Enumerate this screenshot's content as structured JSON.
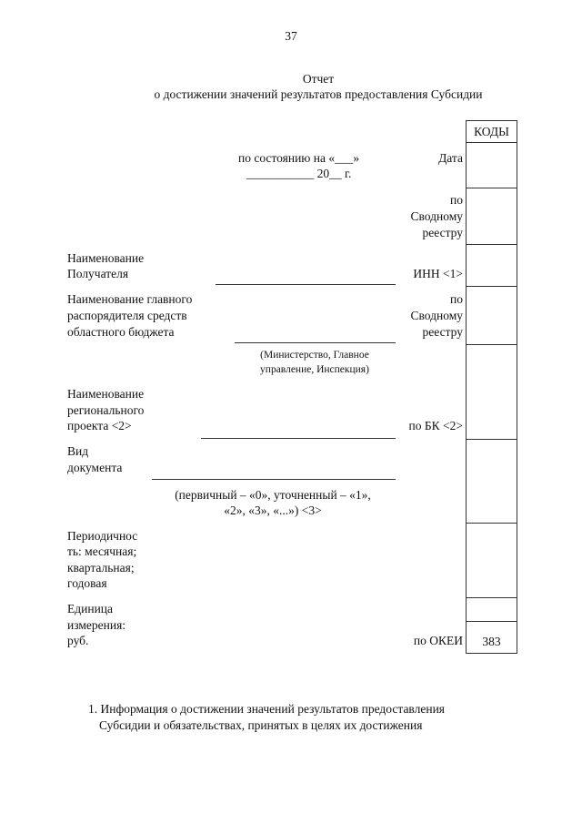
{
  "page_number": "37",
  "title": {
    "line1": "Отчет",
    "line2": "о достижении значений результатов предоставления Субсидии"
  },
  "codes_header": "КОДЫ",
  "date_block": {
    "line1": "по состоянию на «___»",
    "line2": "___________ 20__ г."
  },
  "labels": {
    "date": "Дата",
    "svodny1": [
      "по",
      "Сводному",
      "реестру"
    ],
    "inn": "ИНН <1>",
    "svodny2": [
      "по",
      "Сводному",
      "реестру"
    ],
    "bk": "по БК <2>",
    "okei": "по ОКЕИ"
  },
  "rows": {
    "recipient": [
      "Наименование",
      "Получателя"
    ],
    "gr_manager": [
      "Наименование главного",
      "распорядителя средств",
      "областного бюджета"
    ],
    "gr_note": [
      "(Министерство, Главное",
      "управление, Инспекция)"
    ],
    "project": [
      "Наименование",
      "регионального",
      "проекта <2>"
    ],
    "doc_type": [
      "Вид",
      "документа"
    ],
    "doc_note": [
      "(первичный – «0», уточненный – «1»,",
      "«2», «3», «...») <3>"
    ],
    "periodicity": [
      "Периодичнос",
      "ть: месячная;",
      "квартальная;",
      "годовая"
    ],
    "unit": [
      "Единица",
      "измерения:",
      "руб."
    ]
  },
  "okei_code": "383",
  "section": {
    "line1": "1. Информация о достижении значений результатов предоставления",
    "line2": "Субсидии и обязательствах, принятых в целях их достижения"
  }
}
